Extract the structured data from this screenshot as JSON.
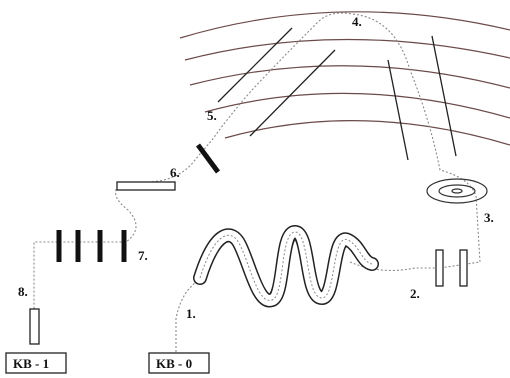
{
  "labels": {
    "p1": "1.",
    "p2": "2.",
    "p3": "3.",
    "p4": "4.",
    "p5": "5.",
    "p6": "6.",
    "p7": "7.",
    "p8": "8."
  },
  "boxes": {
    "kb0": "KB - 0",
    "kb1": "KB - 1"
  }
}
